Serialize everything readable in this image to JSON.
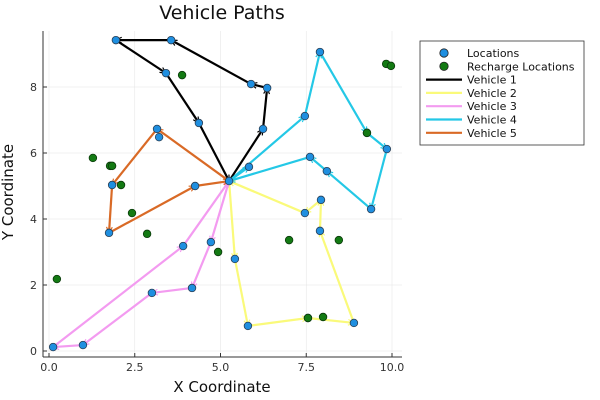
{
  "chart_data": {
    "type": "scatter",
    "title": "Vehicle Paths",
    "xlabel": "X Coordinate",
    "ylabel": "Y Coordinate",
    "xlim": [
      -0.15,
      10.2
    ],
    "ylim": [
      -0.1,
      9.7
    ],
    "xticks": [
      0.0,
      2.5,
      5.0,
      7.5,
      10.0
    ],
    "xtick_labels": [
      "0.0",
      "2.5",
      "5.0",
      "7.5",
      "10.0"
    ],
    "yticks": [
      0,
      2,
      4,
      6,
      8
    ],
    "ytick_labels": [
      "0",
      "2",
      "4",
      "6",
      "8"
    ],
    "grid": true,
    "legend_position": "outer right top",
    "depot": [
      5.25,
      5.15
    ],
    "locations": [
      [
        5.25,
        5.15
      ],
      [
        6.24,
        6.73
      ],
      [
        6.36,
        7.97
      ],
      [
        5.89,
        8.09
      ],
      [
        3.56,
        9.42
      ],
      [
        1.95,
        9.42
      ],
      [
        3.41,
        8.42
      ],
      [
        4.37,
        6.91
      ],
      [
        5.42,
        2.79
      ],
      [
        5.8,
        0.76
      ],
      [
        8.89,
        0.85
      ],
      [
        7.9,
        3.64
      ],
      [
        7.93,
        4.58
      ],
      [
        7.46,
        4.18
      ],
      [
        7.55,
        1.0
      ],
      [
        4.72,
        3.3
      ],
      [
        4.17,
        1.91
      ],
      [
        3.0,
        1.76
      ],
      [
        0.99,
        0.18
      ],
      [
        0.12,
        0.12
      ],
      [
        3.91,
        3.18
      ],
      [
        5.83,
        5.58
      ],
      [
        7.46,
        7.12
      ],
      [
        7.9,
        9.06
      ],
      [
        9.85,
        6.12
      ],
      [
        9.39,
        4.3
      ],
      [
        8.1,
        5.45
      ],
      [
        7.61,
        5.88
      ],
      [
        9.27,
        6.61
      ],
      [
        4.26,
        5.0
      ],
      [
        1.75,
        3.58
      ],
      [
        1.84,
        5.03
      ],
      [
        3.15,
        6.73
      ],
      [
        3.21,
        6.48
      ]
    ],
    "recharge_locations": [
      [
        3.88,
        8.36
      ],
      [
        9.83,
        8.7
      ],
      [
        9.97,
        8.64
      ],
      [
        9.27,
        6.61
      ],
      [
        1.28,
        5.85
      ],
      [
        1.78,
        5.61
      ],
      [
        1.84,
        5.61
      ],
      [
        2.1,
        5.03
      ],
      [
        2.42,
        4.18
      ],
      [
        2.86,
        3.55
      ],
      [
        0.23,
        2.18
      ],
      [
        4.93,
        3.0
      ],
      [
        7.0,
        3.36
      ],
      [
        8.45,
        3.36
      ],
      [
        7.55,
        1.0
      ],
      [
        7.99,
        1.03
      ]
    ],
    "series": [
      {
        "name": "Locations",
        "kind": "marker",
        "color": "#1f8fe0"
      },
      {
        "name": "Recharge Locations",
        "kind": "marker",
        "color": "#137a13"
      },
      {
        "name": "Vehicle 1",
        "kind": "path",
        "color": "#000000",
        "path": [
          [
            5.25,
            5.15
          ],
          [
            6.24,
            6.73
          ],
          [
            6.36,
            7.97
          ],
          [
            5.89,
            8.09
          ],
          [
            3.56,
            9.42
          ],
          [
            1.95,
            9.42
          ],
          [
            3.41,
            8.42
          ],
          [
            4.37,
            6.91
          ],
          [
            5.25,
            5.15
          ]
        ]
      },
      {
        "name": "Vehicle 2",
        "kind": "path",
        "color": "#fafa7a",
        "path": [
          [
            5.25,
            5.15
          ],
          [
            5.42,
            2.79
          ],
          [
            5.8,
            0.76
          ],
          [
            7.55,
            1.0
          ],
          [
            8.89,
            0.85
          ],
          [
            7.9,
            3.64
          ],
          [
            7.93,
            4.58
          ],
          [
            7.46,
            4.18
          ],
          [
            5.25,
            5.15
          ]
        ]
      },
      {
        "name": "Vehicle 3",
        "kind": "path",
        "color": "#f39bf0",
        "path": [
          [
            5.25,
            5.15
          ],
          [
            4.72,
            3.3
          ],
          [
            4.17,
            1.91
          ],
          [
            3.0,
            1.76
          ],
          [
            0.99,
            0.18
          ],
          [
            0.12,
            0.12
          ],
          [
            3.91,
            3.18
          ],
          [
            5.25,
            5.15
          ]
        ]
      },
      {
        "name": "Vehicle 4",
        "kind": "path",
        "color": "#24c8e6",
        "path": [
          [
            5.25,
            5.15
          ],
          [
            7.46,
            7.12
          ],
          [
            7.9,
            9.06
          ],
          [
            9.27,
            6.61
          ],
          [
            9.85,
            6.12
          ],
          [
            9.39,
            4.3
          ],
          [
            8.1,
            5.45
          ],
          [
            7.61,
            5.88
          ],
          [
            5.25,
            5.15
          ],
          [
            5.83,
            5.58
          ]
        ]
      },
      {
        "name": "Vehicle 5",
        "kind": "path",
        "color": "#d96a26",
        "path": [
          [
            5.25,
            5.15
          ],
          [
            3.15,
            6.73
          ],
          [
            1.84,
            5.03
          ],
          [
            1.75,
            3.58
          ],
          [
            4.26,
            5.0
          ],
          [
            5.25,
            5.15
          ]
        ]
      }
    ]
  },
  "legend": {
    "items": [
      {
        "label": "Locations"
      },
      {
        "label": "Recharge Locations"
      },
      {
        "label": "Vehicle 1"
      },
      {
        "label": "Vehicle 2"
      },
      {
        "label": "Vehicle 3"
      },
      {
        "label": "Vehicle 4"
      },
      {
        "label": "Vehicle 5"
      }
    ]
  }
}
